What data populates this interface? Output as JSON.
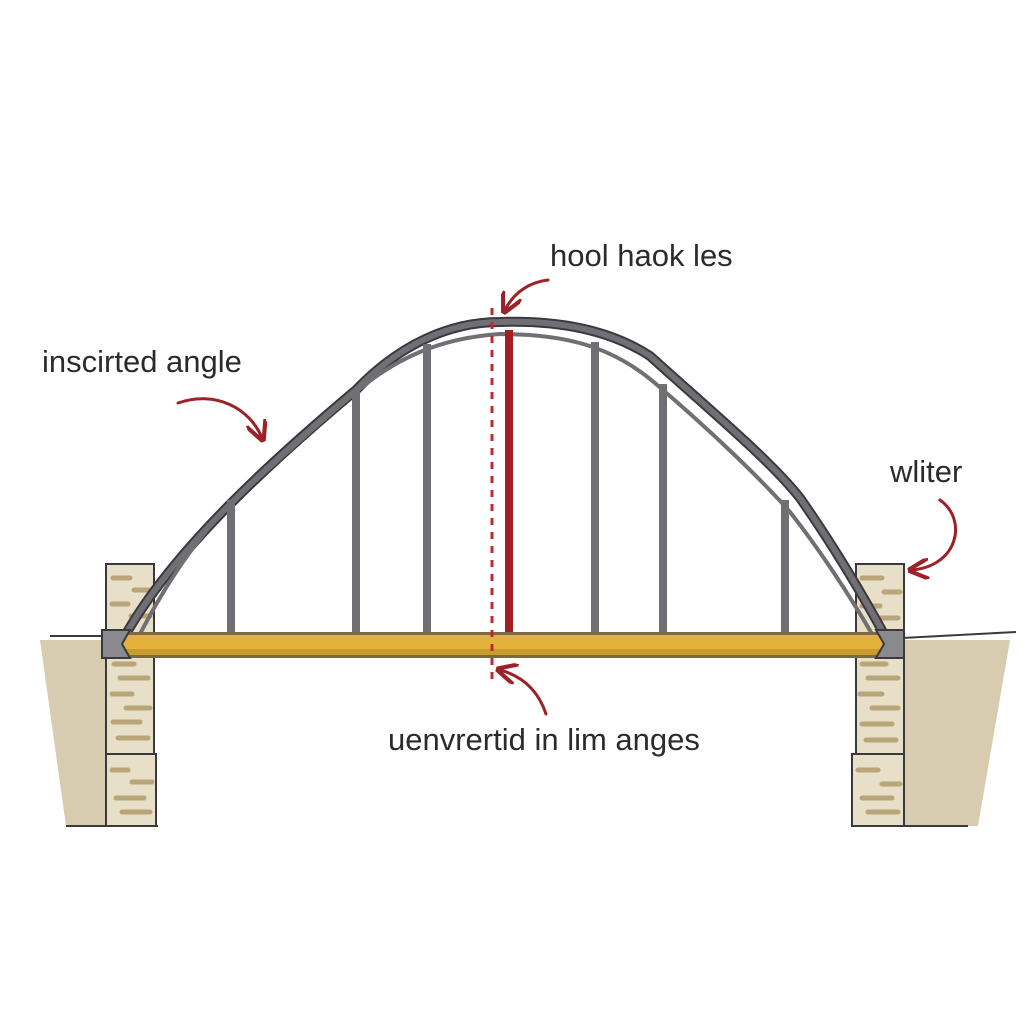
{
  "labels": {
    "top": "hool haok les",
    "left": "inscirted angle",
    "right": "wliter",
    "bottom": "uenvrertid in lim anges"
  },
  "colors": {
    "background": "#ffffff",
    "arch_truss": "#6f6f74",
    "arch_outline": "#3a3a3e",
    "deck": "#e3b23c",
    "deck_edge": "#7a6a40",
    "abutment": "#e8dfc8",
    "stone_mark": "#b9a57a",
    "ground": "#d8ccb0",
    "annotation_arrow": "#9b2226",
    "center_line": "#c1272d",
    "vertical_member": "#a31f24",
    "label_text": "#2b2b2b"
  },
  "icons": [
    "arrow-pointer-icon"
  ]
}
